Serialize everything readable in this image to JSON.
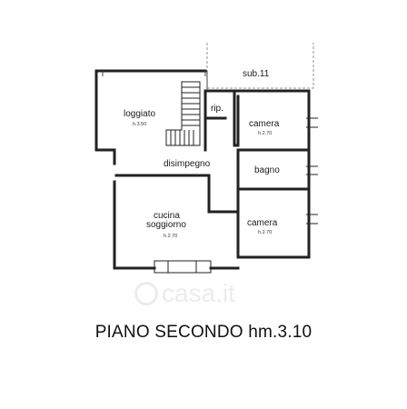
{
  "rooms": {
    "loggiato": {
      "name": "loggiato",
      "height": "h.3.50"
    },
    "rip": {
      "name": "rip."
    },
    "camera_1": {
      "name": "camera",
      "height": "h.2.70"
    },
    "disimpegno": {
      "name": "disimpegno"
    },
    "bagno": {
      "name": "bagno"
    },
    "cucina": {
      "name": "cucina",
      "name2": "soggiorno",
      "height": "h.2.70"
    },
    "camera_2": {
      "name": "camera",
      "height": "h.2.70"
    }
  },
  "adjacent_unit": "sub.11",
  "floor_title": "PIANO SECONDO hm.3.10",
  "watermark": "casa.it"
}
